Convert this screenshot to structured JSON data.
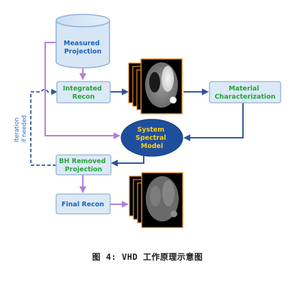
{
  "diagram": {
    "measured_projection": [
      "Measured",
      "Projection"
    ],
    "integrated_recon": [
      "Integrated",
      "Recon"
    ],
    "material_characterization": [
      "Material",
      "Characterization"
    ],
    "system_spectral_model": [
      "System",
      "Spectral",
      "Model"
    ],
    "bh_removed_projection": [
      "BH Removed",
      "Projection"
    ],
    "final_recon": [
      "Final Recon"
    ],
    "iteration_label": [
      "Iteration",
      "if needed"
    ]
  },
  "caption": "图 4: VHD 工作原理示意图",
  "colors": {
    "box_fill": "#dce9f6",
    "box_border": "#8fb0d4",
    "box_text_blue": "#1f63b5",
    "box_text_green": "#27a33c",
    "arrow_blue": "#2e5597",
    "arrow_purple": "#b27fd6",
    "ellipse_fill": "#1f4f9c",
    "ellipse_text": "#f7d021",
    "ct_frame": "#f0902a"
  }
}
